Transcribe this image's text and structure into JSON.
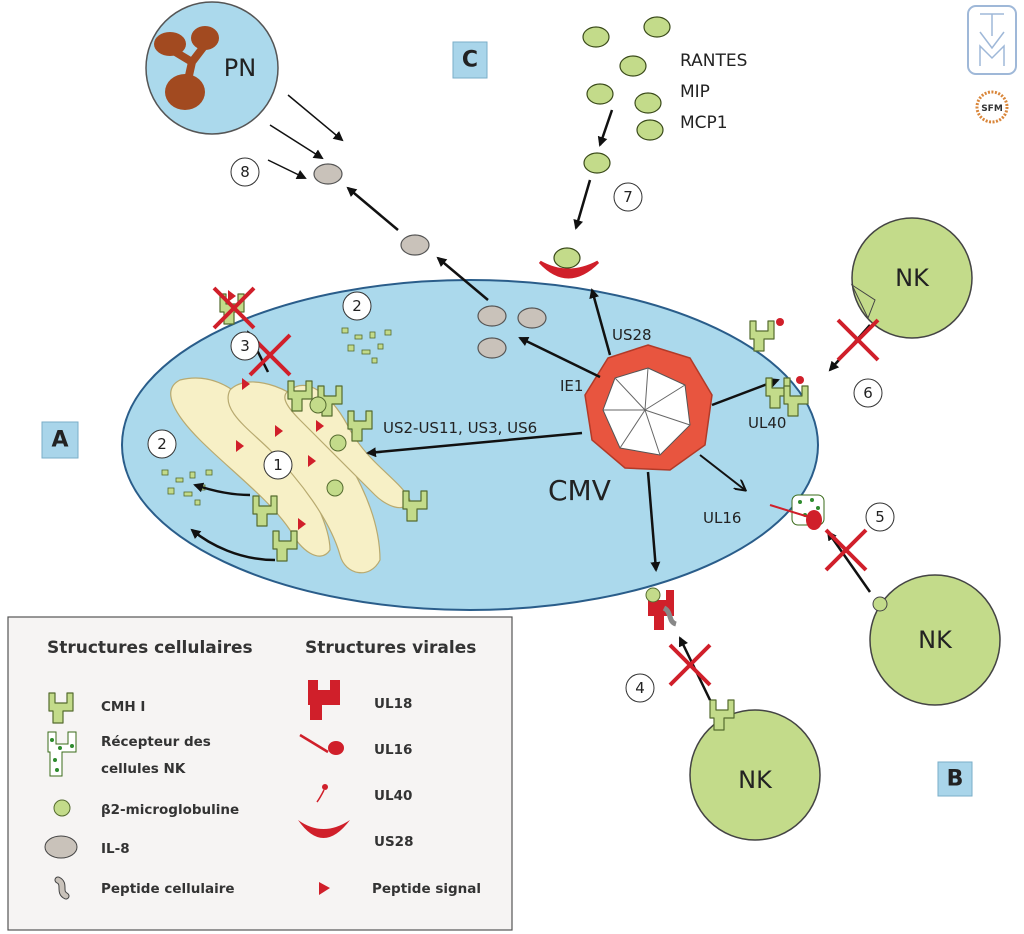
{
  "panels": {
    "a": "A",
    "b": "B",
    "c": "C"
  },
  "cells": {
    "pn": "PN",
    "nk": "NK",
    "virus": "CMV"
  },
  "chemokines": [
    "RANTES",
    "MIP",
    "MCP1"
  ],
  "labels": {
    "us_genes": "US2-US11, US3, US6",
    "ie1": "IE1",
    "us28": "US28",
    "ul40": "UL40",
    "ul16": "UL16"
  },
  "steps": [
    "1",
    "2",
    "2",
    "3",
    "4",
    "5",
    "6",
    "7",
    "8"
  ],
  "logos": {
    "tvm": "TVM",
    "sfm": "SFM"
  },
  "legend": {
    "cellular_title": "Structures cellulaires",
    "viral_title": "Structures virales",
    "cellular": [
      "CMH I",
      "Récepteur des",
      "cellules NK",
      "β2-microglobuline",
      "IL-8",
      "Peptide cellulaire"
    ],
    "viral": [
      "UL18",
      "UL16",
      "UL40",
      "US28",
      "Peptide signal"
    ]
  },
  "colors": {
    "cell": "#abd9ec",
    "cell_stroke": "#2a5d8a",
    "er": "#f7f0c6",
    "green": "#c3db8a",
    "red": "#d01f2a",
    "virus_capsid": "#e8553f",
    "il8": "#c9c2ba",
    "legend_bg": "#f6f4f3",
    "box": "#a9d5ea"
  }
}
